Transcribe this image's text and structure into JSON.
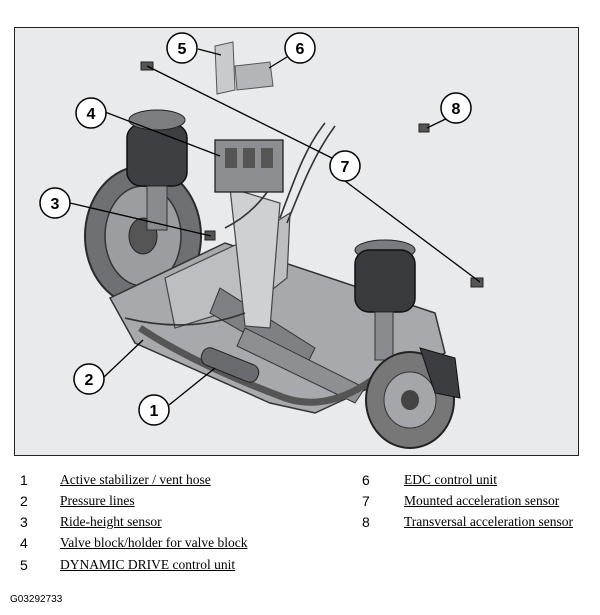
{
  "figure": {
    "callouts": [
      "1",
      "2",
      "3",
      "4",
      "5",
      "6",
      "7",
      "8"
    ]
  },
  "legend": [
    {
      "num": "1",
      "text": "Active stabilizer / vent hose"
    },
    {
      "num": "2",
      "text": "Pressure lines"
    },
    {
      "num": "3",
      "text": "Ride-height sensor"
    },
    {
      "num": "4",
      "text": "Valve block/holder for valve block"
    },
    {
      "num": "5",
      "text": "DYNAMIC DRIVE control unit"
    },
    {
      "num": "6",
      "text": "EDC control unit"
    },
    {
      "num": "7",
      "text": "Mounted acceleration sensor"
    },
    {
      "num": "8",
      "text": "Transversal acceleration sensor"
    }
  ],
  "reference_code": "G03292733"
}
